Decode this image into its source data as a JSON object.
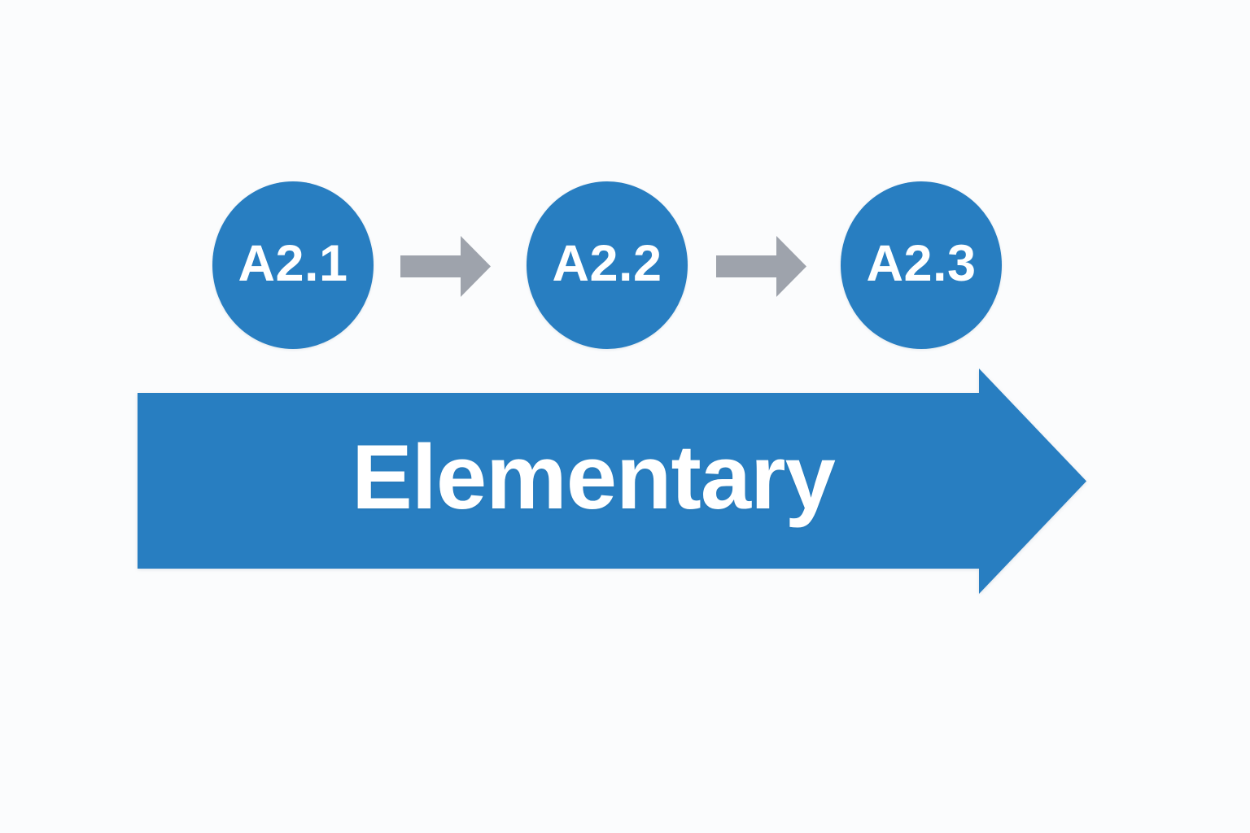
{
  "diagram": {
    "background_color": "#fbfcfd",
    "node_color": "#287ec1",
    "node_text_color": "#ffffff",
    "connector_color": "#9ea3ac",
    "banner_color": "#287ec1",
    "banner_text_color": "#ffffff",
    "nodes": [
      {
        "label": "A2.1"
      },
      {
        "label": "A2.2"
      },
      {
        "label": "A2.3"
      }
    ],
    "connector_icon": "right-arrow",
    "banner": {
      "label": "Elementary"
    }
  }
}
